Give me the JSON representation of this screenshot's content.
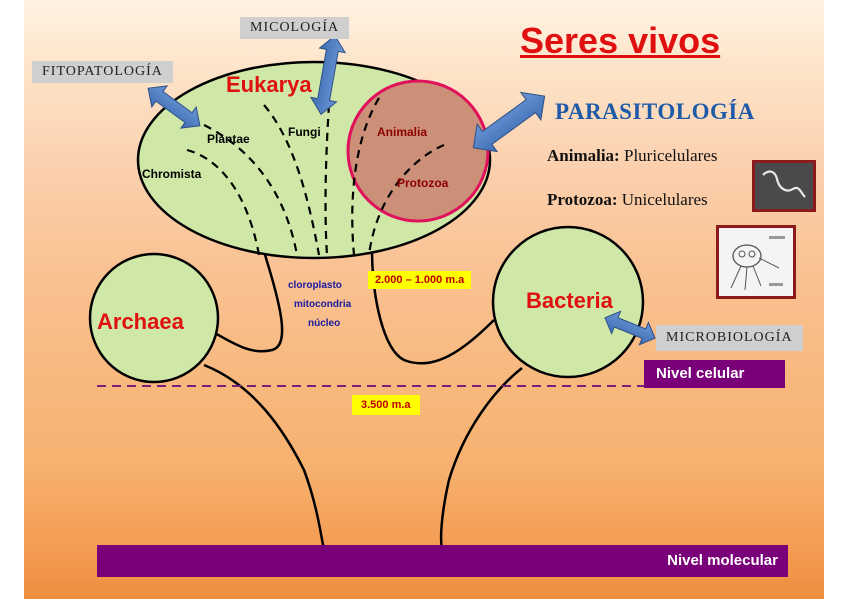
{
  "title": "Seres vivos",
  "domains": {
    "eukarya": "Eukarya",
    "archaea": "Archaea",
    "bacteria": "Bacteria"
  },
  "kingdoms": {
    "plantae": "Plantae",
    "fungi": "Fungi",
    "chromista": "Chromista",
    "animalia": "Animalia",
    "protozoa": "Protozoa"
  },
  "disciplines": {
    "fitopatologia": "FITOPATOLOGÍA",
    "micologia": "MICOLOGÍA",
    "parasitologia": "PARASITOLOGÍA",
    "microbiologia": "MICROBIOLOGÍA"
  },
  "parasitology_notes": [
    {
      "term": "Animalia:",
      "desc": "Pluricelulares"
    },
    {
      "term": "Protozoa:",
      "desc": "Unicelulares"
    }
  ],
  "organelles": [
    "cloroplasto",
    "mitocondria",
    "núcleo"
  ],
  "timeline": {
    "eukarya_age": "2.000 – 1.000 m.a",
    "origin_age": "3.500 m.a"
  },
  "levels": {
    "cellular": "Nivel celular",
    "molecular": "Nivel molecular"
  },
  "colors": {
    "title": "#e01010",
    "circle_fill": "#cfe8a8",
    "protozoa_fill": "#cc8f78",
    "protozoa_border": "#e0105a",
    "arrow": "#4f7fc4",
    "parasitologia": "#1f5aa8",
    "organelles": "#1a1aa0",
    "level_bar": "#7a007a",
    "date_box": "#ffff00"
  }
}
